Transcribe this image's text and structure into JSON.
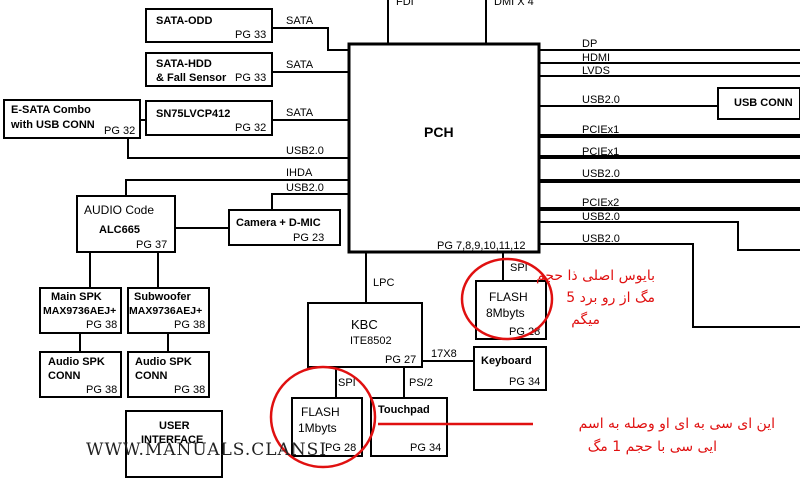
{
  "top_signals": {
    "fdi": "FDI",
    "dmi": "DMI X 4"
  },
  "blocks": {
    "sata_odd": {
      "name": "SATA-ODD",
      "pg": "PG 33",
      "bus": "SATA"
    },
    "sata_hdd": {
      "name1": "SATA-HDD",
      "name2": "& Fall Sensor",
      "pg": "PG 33",
      "bus": "SATA"
    },
    "sn75": {
      "name": "SN75LVCP412",
      "pg": "PG 32",
      "bus": "SATA"
    },
    "esata": {
      "name1": "E-SATA Combo",
      "name2": "with USB CONN",
      "pg": "PG 32",
      "bus": "USB2.0"
    },
    "pch": {
      "name": "PCH",
      "pg": "PG 7,8,9,10,11,12"
    },
    "audio": {
      "name": "AUDIO Code",
      "chip": "ALC665",
      "pg": "PG 37",
      "bus1": "IHDA",
      "bus2": "USB2.0"
    },
    "camera": {
      "name": "Camera + D-MIC",
      "pg": "PG 23"
    },
    "main_spk": {
      "name1": "Main SPK",
      "name2": "MAX9736AEJ+",
      "pg": "PG 38"
    },
    "subwoofer": {
      "name1": "Subwoofer",
      "name2": "MAX9736AEJ+",
      "pg": "PG 38"
    },
    "audio_spk1": {
      "name1": "Audio SPK",
      "name2": "CONN",
      "pg": "PG 38"
    },
    "audio_spk2": {
      "name1": "Audio  SPK",
      "name2": "CONN",
      "pg": "PG 38"
    },
    "user_if": {
      "name1": "USER",
      "name2": "INTERFACE"
    },
    "kbc": {
      "name": "KBC",
      "chip": "ITE8502",
      "pg": "PG 27",
      "lpc": "LPC"
    },
    "flash_bios": {
      "name": "FLASH",
      "size": "8Mbyts",
      "pg": "PG 28",
      "bus": "SPI"
    },
    "flash_kbc": {
      "name": "FLASH",
      "size": "1Mbyts",
      "pg": "PG 28",
      "bus": "SPI"
    },
    "keyboard": {
      "name": "Keyboard",
      "pg": "PG 34",
      "bus": "17X8"
    },
    "touchpad": {
      "name": "Touchpad",
      "pg": "PG 34",
      "bus": "PS/2"
    },
    "usb_conn": {
      "name": "USB CONN"
    }
  },
  "right_buses": [
    "DP",
    "HDMI",
    "LVDS",
    "USB2.0",
    "PCIEx1",
    "PCIEx1",
    "USB2.0",
    "PCIEx2",
    "USB2.0",
    "USB2.0"
  ],
  "annotations": {
    "bios_line1": "بایوس اصلی ذا حجم",
    "bios_line2": "5 مگ از رو برد",
    "bios_line3": "میگم",
    "kbc_line1": "این ای سی به ای او وصله به اسم",
    "kbc_line2": "ایی سی با حجم 1 مگ"
  },
  "colors": {
    "annotation": "#e01010",
    "line": "#000000"
  },
  "watermark": "WWW.MANUALS.CLANSI"
}
